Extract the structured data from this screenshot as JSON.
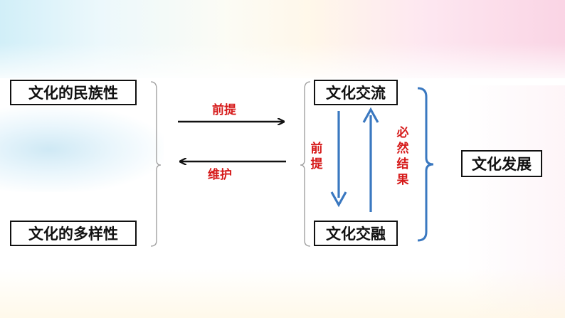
{
  "left_concepts": {
    "top": "文化的民族性",
    "bottom": "文化的多样性"
  },
  "arrow_labels": {
    "forward": "前提",
    "backward": "维护"
  },
  "exchange": {
    "top": "文化交流",
    "bottom": "文化交融"
  },
  "vertical_labels": {
    "down": "前提",
    "up": "必然结果"
  },
  "result": "文化发展",
  "colors": {
    "label_red": "#d61a1a",
    "arrow_blue": "#3a78c0",
    "bracket_gray": "#9a9a9a",
    "text_black": "#111111"
  }
}
